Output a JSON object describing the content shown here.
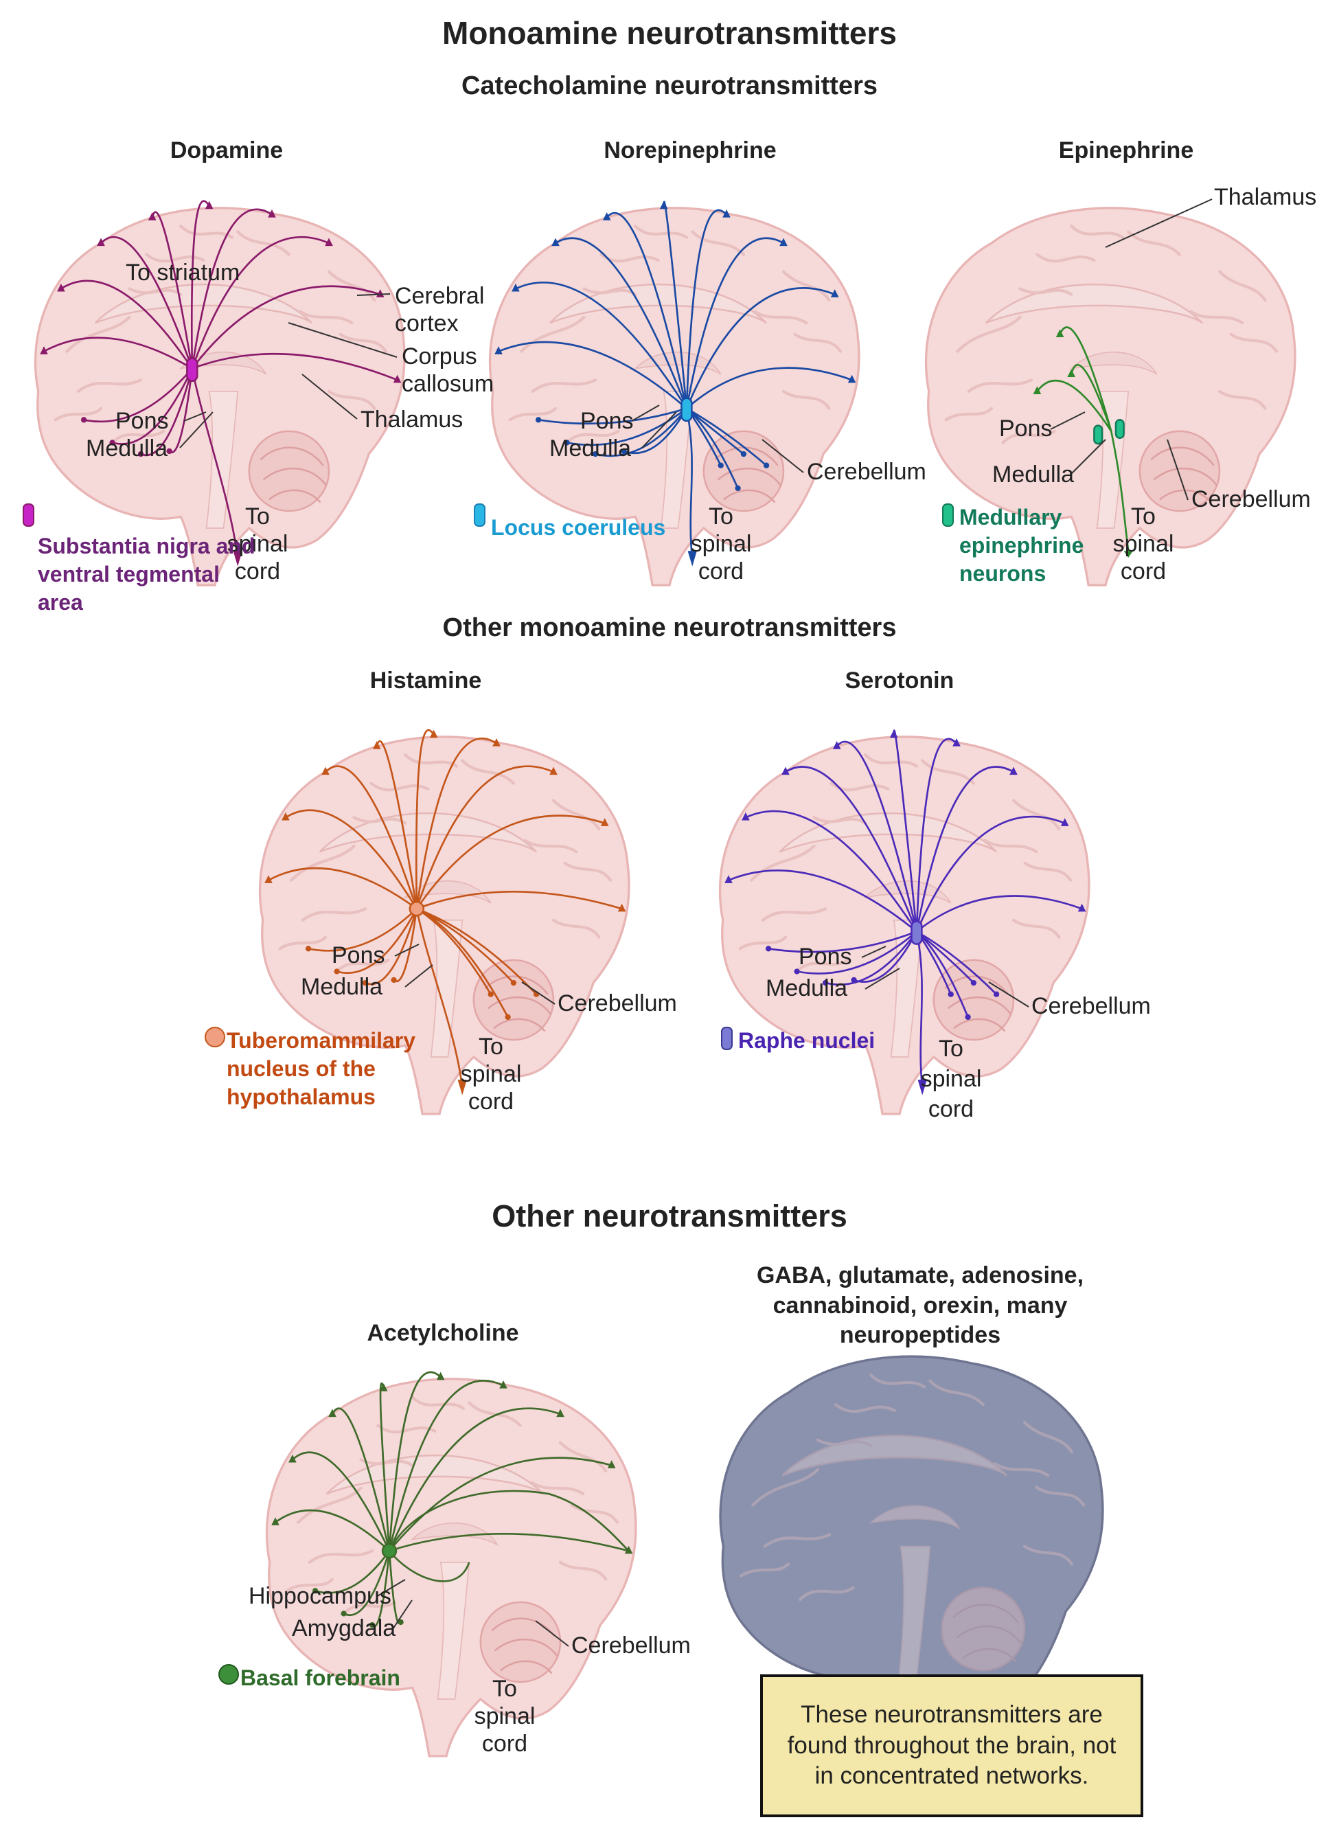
{
  "title": "Monoamine neurotransmitters",
  "sections": {
    "catecholamine": "Catecholamine neurotransmitters",
    "other_monoamine": "Other monoamine neurotransmitters",
    "other": "Other neurotransmitters"
  },
  "panels": {
    "dopamine": {
      "title": "Dopamine",
      "color": "#8a1a6a",
      "source_color": "#c724c7",
      "labels": {
        "striatum": "To striatum",
        "cortex_1": "Cerebral",
        "cortex_2": "cortex",
        "callosum_1": "Corpus",
        "callosum_2": "callosum",
        "thalamus": "Thalamus",
        "pons": "Pons",
        "medulla": "Medulla",
        "spinal_1": "To",
        "spinal_2": "spinal",
        "spinal_3": "cord"
      },
      "legend": "Substantia nigra and ventral tegmental area",
      "legend_color": "#6b2477"
    },
    "norepinephrine": {
      "title": "Norepinephrine",
      "color": "#1a4aa3",
      "source_color": "#2ab7e6",
      "labels": {
        "pons": "Pons",
        "medulla": "Medulla",
        "cerebellum": "Cerebellum",
        "spinal_1": "To",
        "spinal_2": "spinal",
        "spinal_3": "cord"
      },
      "legend": "Locus coeruleus",
      "legend_color": "#1a9bd1"
    },
    "epinephrine": {
      "title": "Epinephrine",
      "color": "#2e8a2a",
      "source_color": "#22c08a",
      "labels": {
        "thalamus": "Thalamus",
        "pons": "Pons",
        "medulla": "Medulla",
        "cerebellum": "Cerebellum",
        "spinal_1": "To",
        "spinal_2": "spinal",
        "spinal_3": "cord"
      },
      "legend": "Medullary epinephrine neurons",
      "legend_color": "#127a5a"
    },
    "histamine": {
      "title": "Histamine",
      "color": "#c4561a",
      "source_color": "#f0a080",
      "labels": {
        "pons": "Pons",
        "medulla": "Medulla",
        "cerebellum": "Cerebellum",
        "spinal_1": "To",
        "spinal_2": "spinal",
        "spinal_3": "cord"
      },
      "legend": "Tuberomammilary nucleus of the hypothalamus",
      "legend_color": "#c24a12"
    },
    "serotonin": {
      "title": "Serotonin",
      "color": "#4a2ab8",
      "source_color": "#7b7bd6",
      "labels": {
        "pons": "Pons",
        "medulla": "Medulla",
        "cerebellum": "Cerebellum",
        "spinal_1": "To",
        "spinal_2": "spinal",
        "spinal_3": "cord"
      },
      "legend": "Raphe nuclei",
      "legend_color": "#4a24b0"
    },
    "acetylcholine": {
      "title": "Acetylcholine",
      "color": "#3f6b2a",
      "source_color": "#3d8f3a",
      "labels": {
        "hippocampus": "Hippocampus",
        "amygdala": "Amygdala",
        "cerebellum": "Cerebellum",
        "spinal_1": "To",
        "spinal_2": "spinal",
        "spinal_3": "cord"
      },
      "legend": "Basal forebrain",
      "legend_color": "#2f6b2a"
    },
    "others": {
      "title": "GABA, glutamate, adenosine, cannabinoid, orexin, many neuropeptides",
      "color": "#8b92ad",
      "note": "These neurotransmitters are found throughout the brain, not in concentrated networks."
    }
  }
}
